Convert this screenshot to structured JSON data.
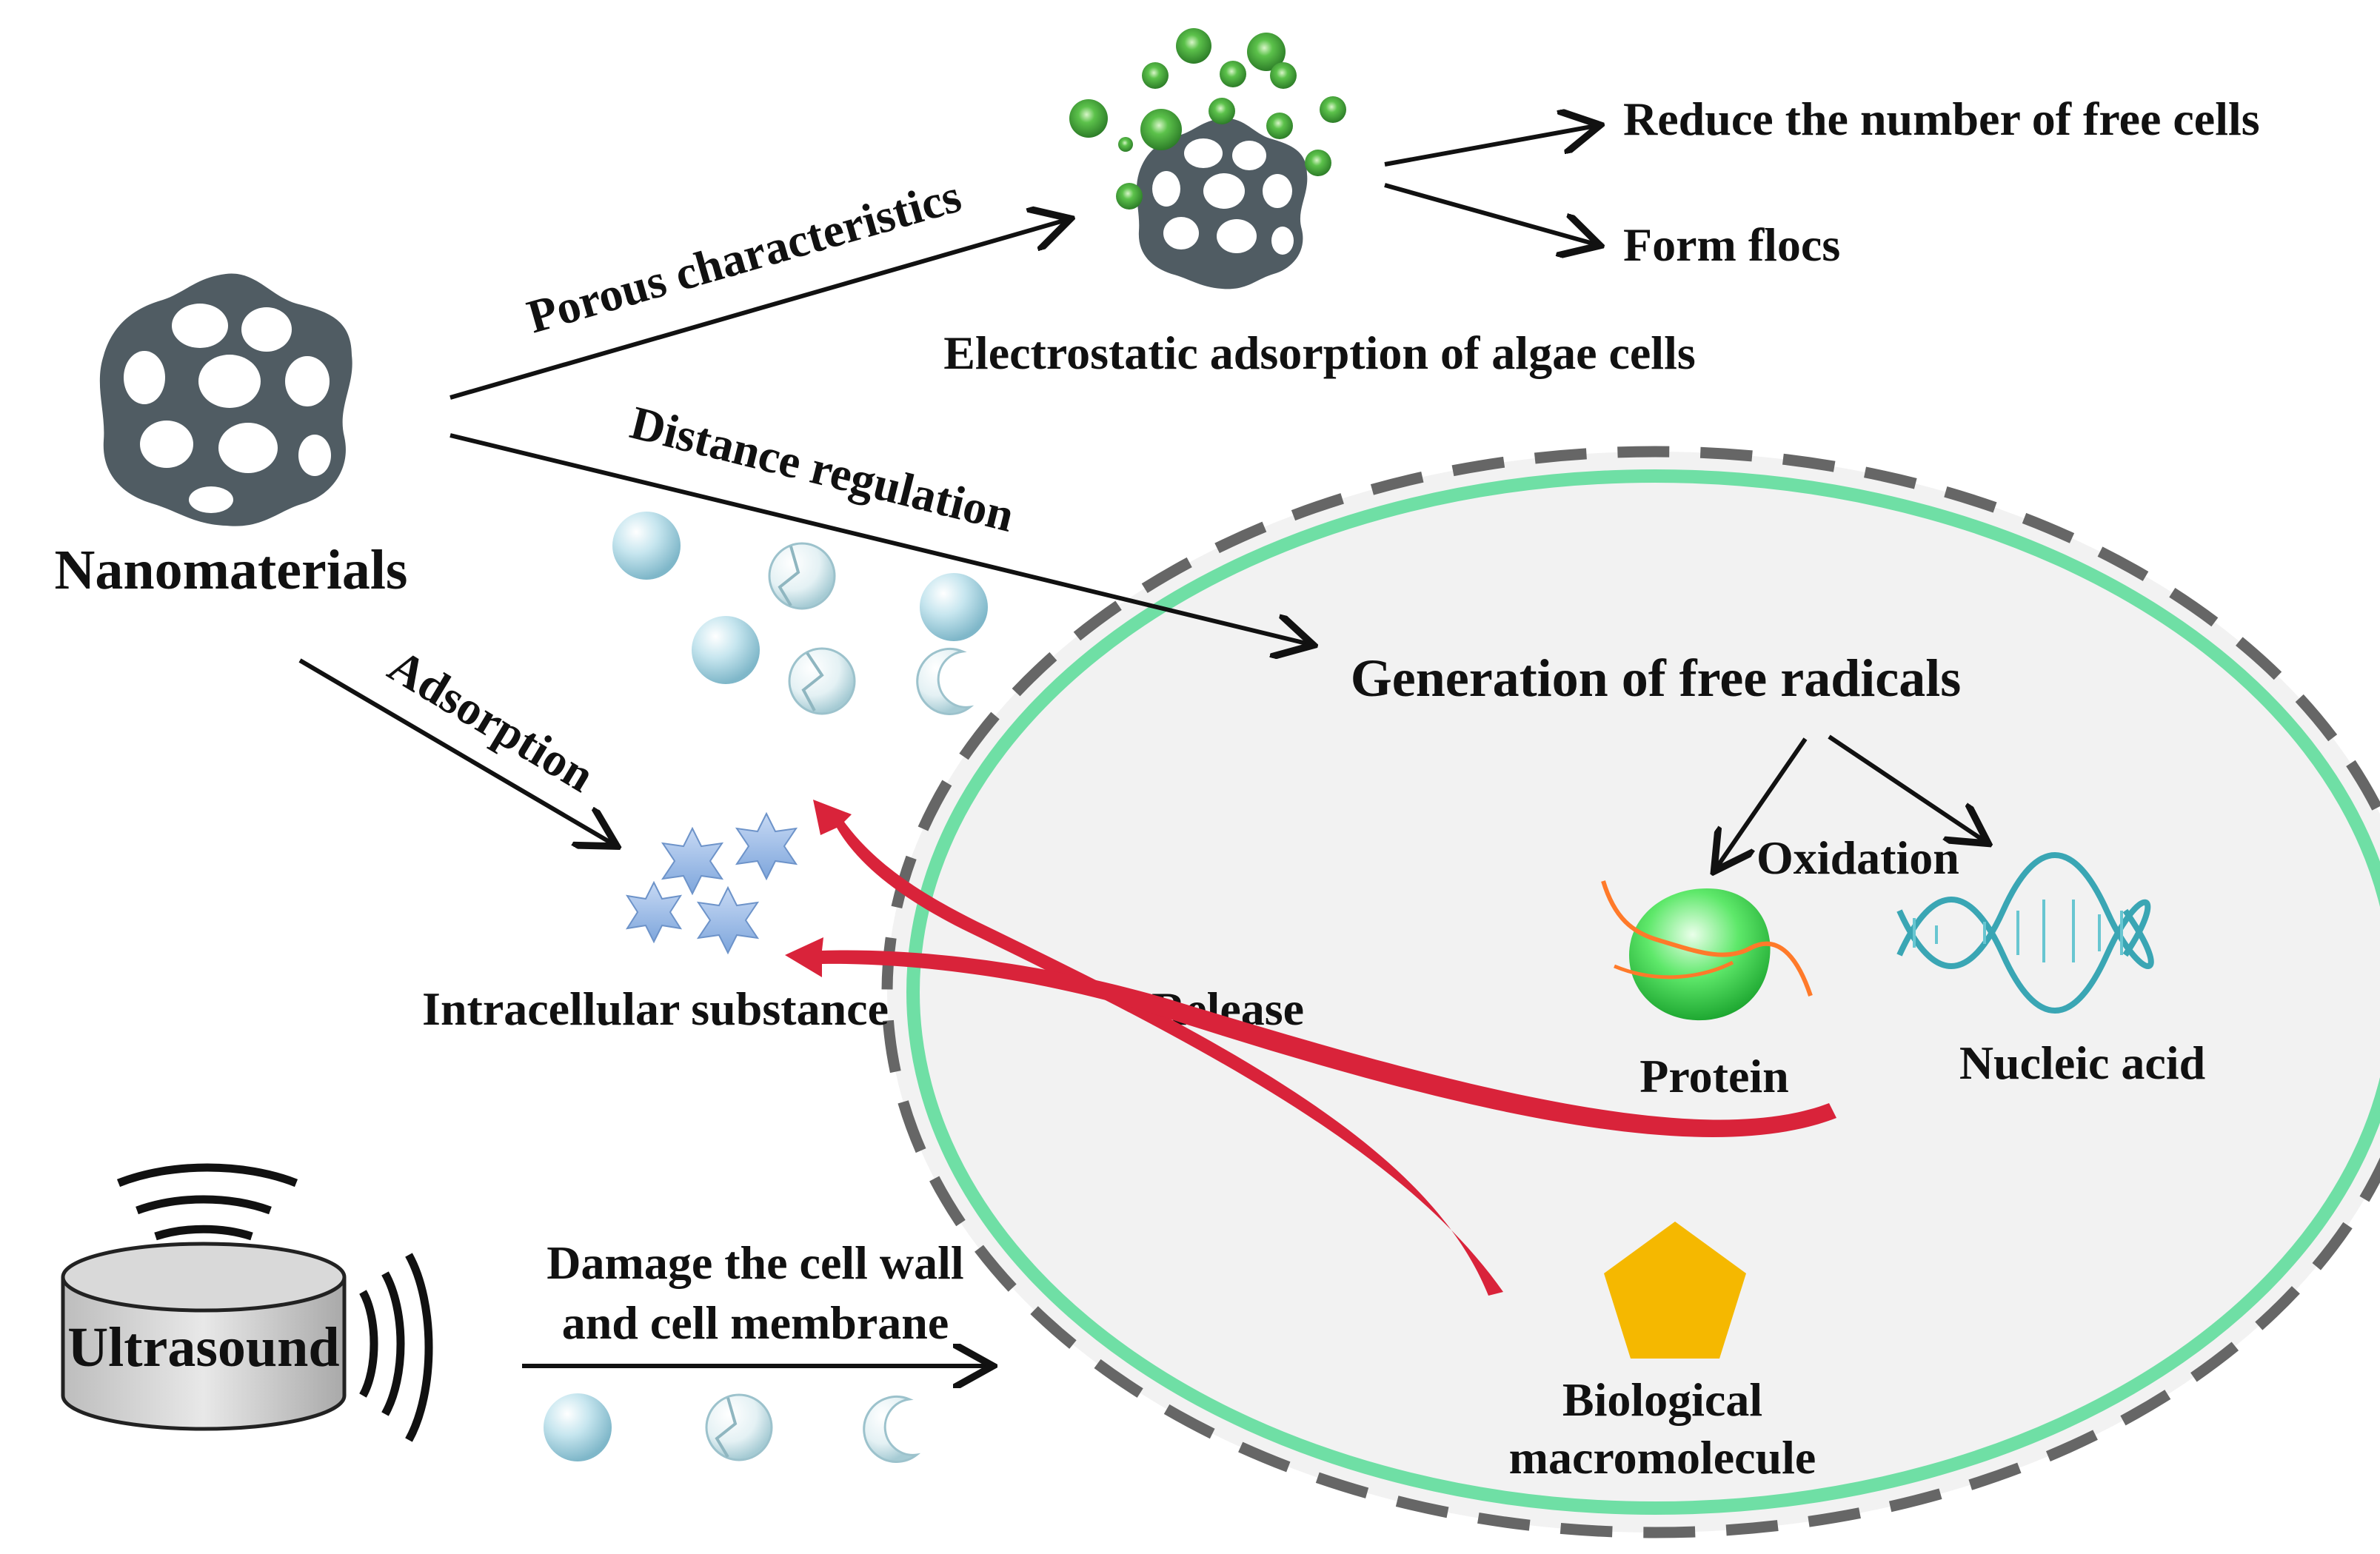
{
  "labels": {
    "nanomaterials": "Nanomaterials",
    "porous": "Porous characteristics",
    "reduce": "Reduce the number of free cells",
    "flocs": "Form flocs",
    "electrostatic": "Electrostatic adsorption of algae cells",
    "distance": "Distance regulation",
    "generation": "Generation of free radicals",
    "adsorption": "Adsorption",
    "oxidation": "Oxidation",
    "intracellular": "Intracellular substance",
    "release": "Release",
    "protein": "Protein",
    "nucleic": "Nucleic acid",
    "ultrasound": "Ultrasound",
    "damage_line1": "Damage the cell wall",
    "damage_line2": "and cell membrane",
    "bio_line1": "Biological",
    "bio_line2": "macromolecule"
  },
  "colors": {
    "nano": "#505c63",
    "cell_membrane": "#6fdfa5",
    "cell_wall_dash": "#666666",
    "cell_fill": "#f2f2f2",
    "algae": "#4cae3d",
    "release_arrow": "#d9233a",
    "pentagon": "#f5b800",
    "protein": "#3fd84f",
    "dna": "#3aa6b4",
    "star": "#8fb3e3",
    "bubble": "#a9d4e2"
  }
}
